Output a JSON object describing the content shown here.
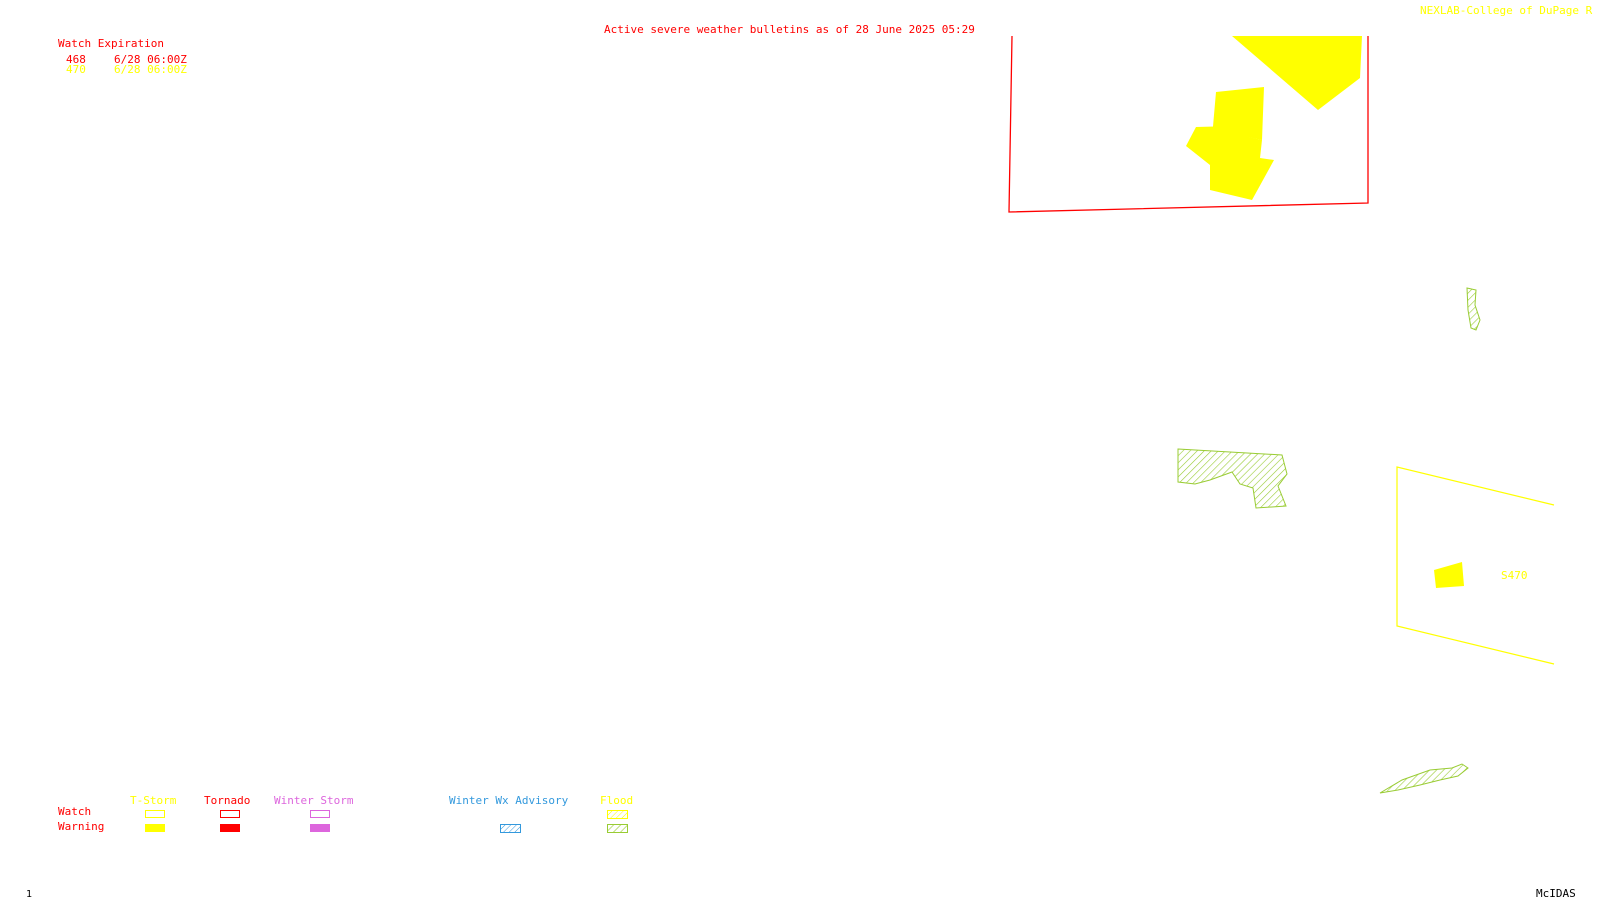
{
  "header": {
    "title": "Active severe weather bulletins as of 28 June 2025 05:29",
    "credit": "NEXLAB-College of DuPage R"
  },
  "watch_expiration": {
    "heading": "Watch Expiration",
    "rows": [
      {
        "id": "468",
        "time": "6/28 06:00Z",
        "color": "#ff0000"
      },
      {
        "id": "470",
        "time": "6/28 06:00Z",
        "color": "#ffff00"
      }
    ]
  },
  "map": {
    "watch_label": "S470",
    "colors": {
      "tornado": "#ff0000",
      "tstorm": "#ffff00",
      "winter_storm": "#dd66dd",
      "winter_advisory": "#3399dd",
      "flood": "#99cc33"
    }
  },
  "legend": {
    "row_watch": "Watch",
    "row_warning": "Warning",
    "columns": [
      {
        "label": "T-Storm",
        "color": "#ffff00"
      },
      {
        "label": "Tornado",
        "color": "#ff0000"
      },
      {
        "label": "Winter Storm",
        "color": "#dd66dd"
      },
      {
        "label": "Winter Wx Advisory",
        "color": "#3399dd"
      },
      {
        "label": "Flood",
        "color": "#ffff00"
      }
    ]
  },
  "footer": {
    "frame": "1",
    "brand": "McIDAS"
  }
}
